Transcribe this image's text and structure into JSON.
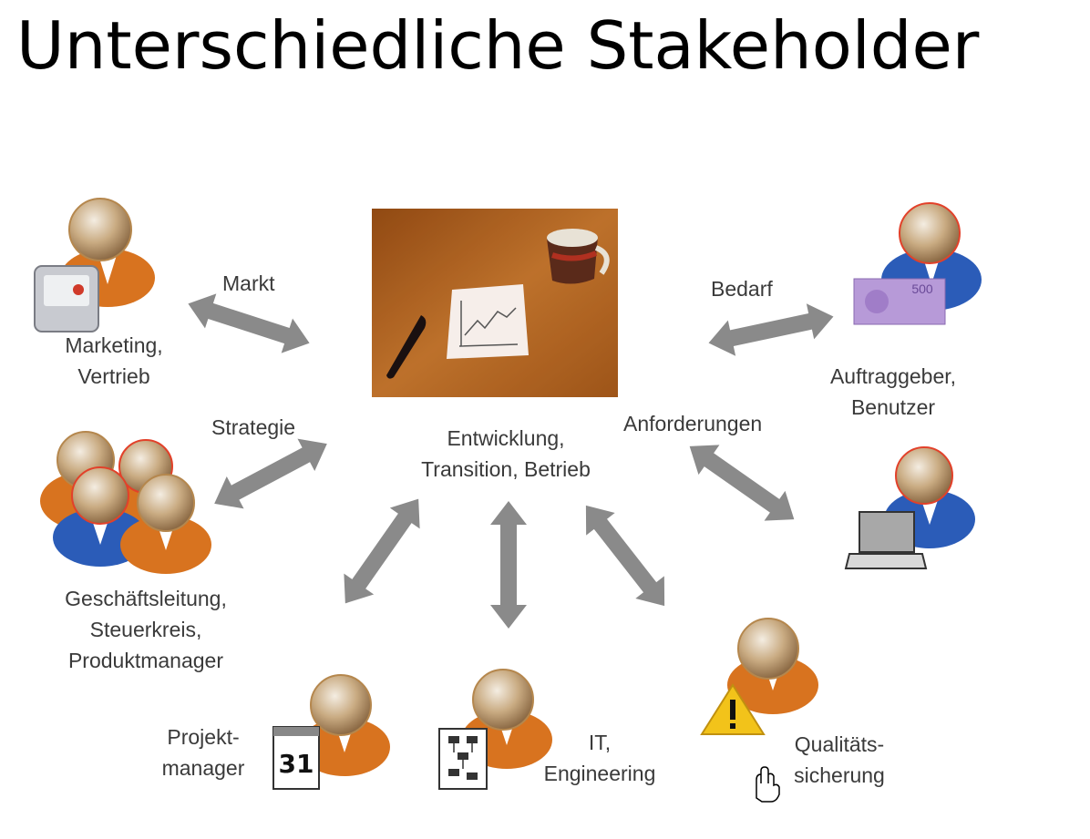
{
  "title": "Unterschiedliche Stakeholder",
  "center": {
    "line1": "Entwicklung,",
    "line2": "Transition, Betrieb"
  },
  "relations": {
    "markt": "Markt",
    "bedarf": "Bedarf",
    "strategie": "Strategie",
    "anforderungen": "Anforderungen"
  },
  "stakeholders": {
    "marketing": {
      "line1": "Marketing,",
      "line2": "Vertrieb"
    },
    "auftraggeber": {
      "line1": "Auftraggeber,",
      "line2": "Benutzer"
    },
    "management": {
      "line1": "Geschäftsleitung,",
      "line2": "Steuerkreis,",
      "line3": "Produktmanager"
    },
    "projekt": {
      "line1": "Projekt-",
      "line2": "manager"
    },
    "it": {
      "line1": "IT,",
      "line2": "Engineering"
    },
    "qs": {
      "line1": "Qualitäts-",
      "line2": "sicherung"
    }
  },
  "calendar_day": "31",
  "banknote_value": "500",
  "colors": {
    "orange": "#d8731f",
    "blue": "#2b5cb8",
    "arrow": "#8a8a8a",
    "head": "#b89a72"
  }
}
